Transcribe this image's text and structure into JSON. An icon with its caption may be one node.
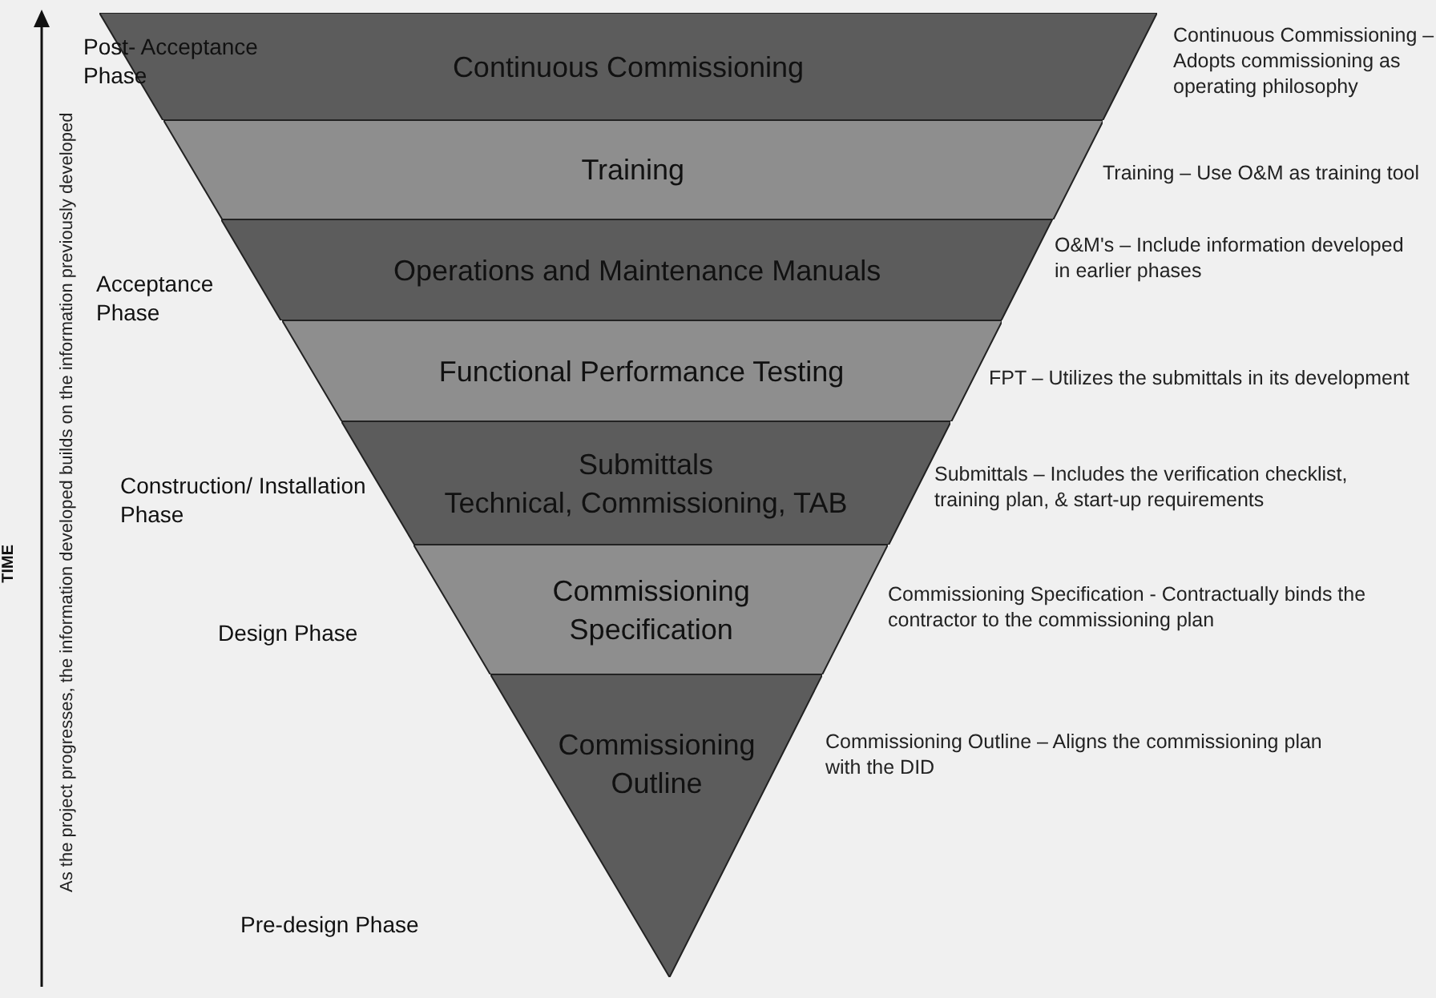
{
  "diagram": {
    "nodes": [
      {
        "text": [
          "Continuous Commissioning"
        ],
        "beside": [
          "Continuous Commissioning – Adopts commissioning as operating philosophy"
        ]
      },
      {
        "text": [
          "Training"
        ],
        "beside": [
          "Training – Use O&M as training tool"
        ]
      },
      {
        "text": [
          "Operations and Maintenance Manuals"
        ],
        "beside": [
          "O&M's – Include information developed in earlier phases"
        ]
      },
      {
        "text": [
          "Functional Performance Testing"
        ],
        "beside": [
          "FPT – Utilizes the submittals in its development"
        ]
      },
      {
        "text": [
          "Submittals",
          "Technical, Commissioning, TAB"
        ],
        "beside": [
          "Submittals – Includes the verification checklist, training plan, & start-up requirements"
        ]
      },
      {
        "text": [
          "Commissioning Specification"
        ],
        "beside": [
          "Commissioning Specification - Contractually binds the contractor to the commissioning plan"
        ]
      },
      {
        "text": [
          "Commissioning Outline"
        ],
        "beside": [
          "Commissioning Outline – Aligns the commissioning plan with the DID"
        ]
      }
    ],
    "edges": [],
    "labels": [
      "TIME",
      "As the project progresses, the information developed builds on the information previously developed",
      "Post- Acceptance Phase",
      "Acceptance Phase",
      "Construction/ Installation Phase",
      "Design Phase",
      "Pre-design Phase"
    ]
  }
}
